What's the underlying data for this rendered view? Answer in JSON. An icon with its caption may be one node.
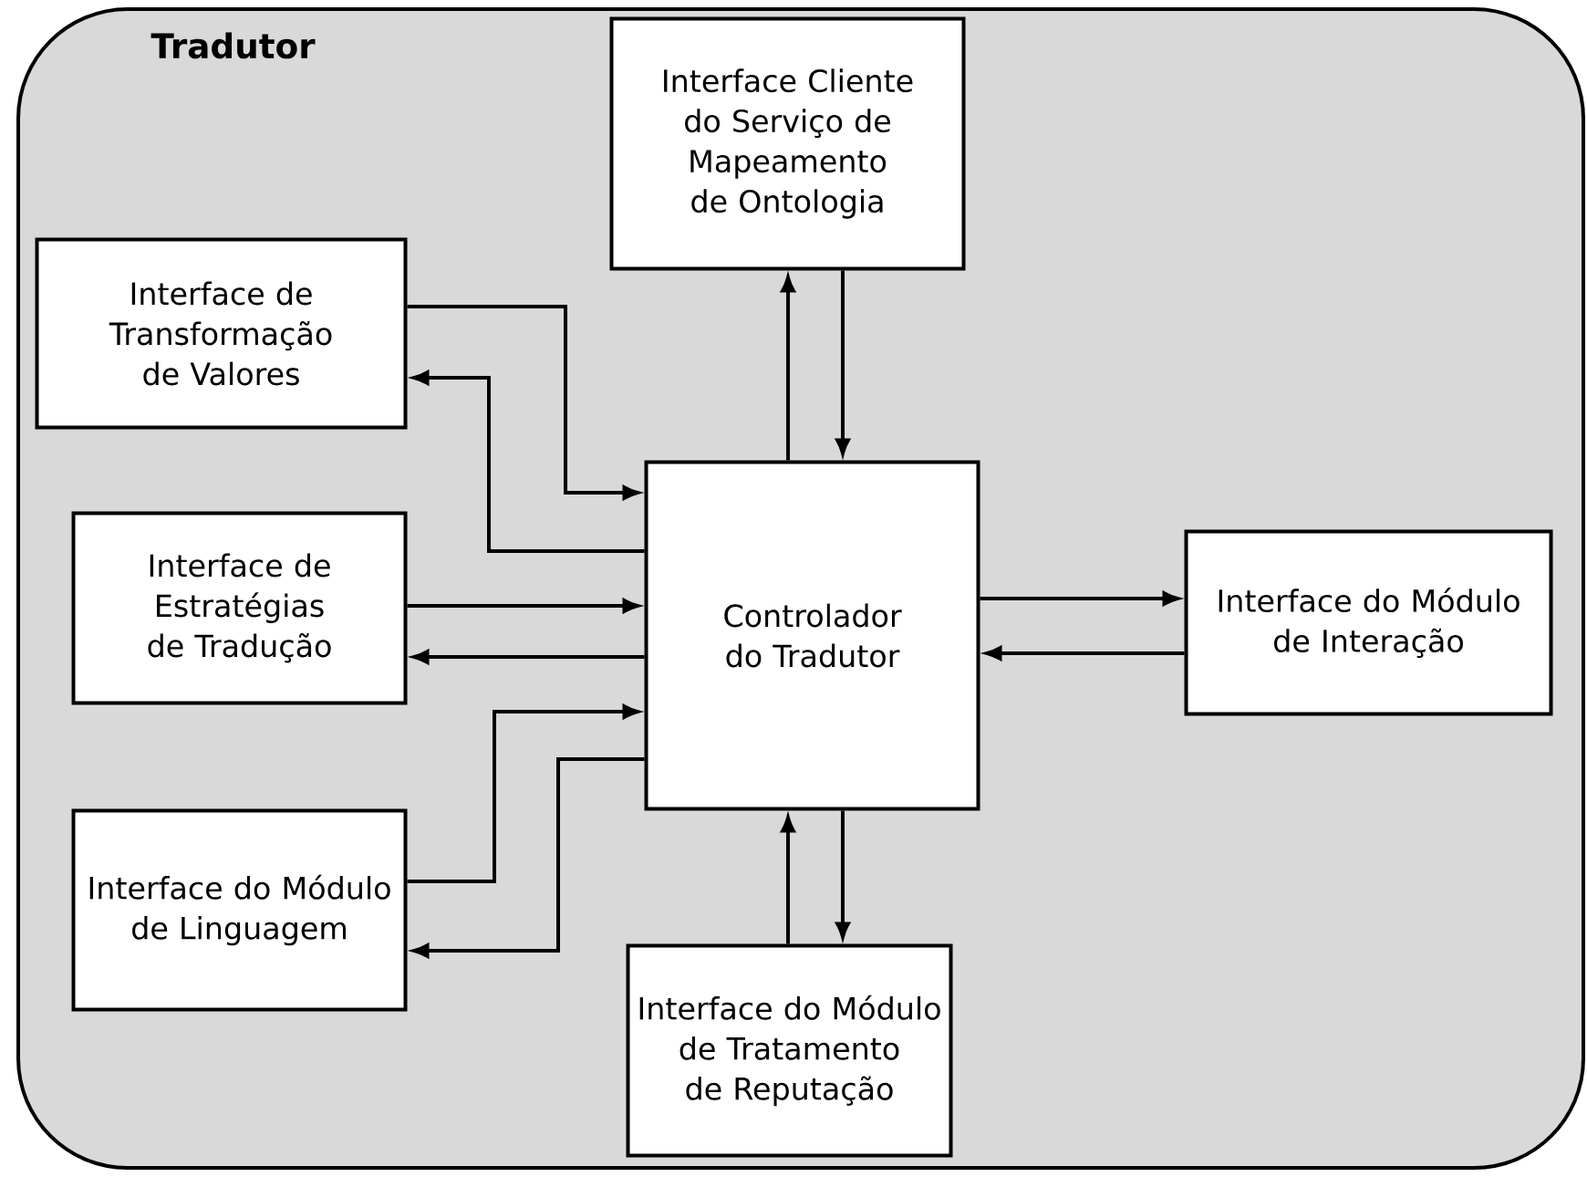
{
  "diagram": {
    "nodes": [
      {
        "text": [
          "Tradutor"
        ]
      },
      {
        "text": [
          "Interface Cliente do Serviço de Mapeamento de Ontologia"
        ],
        "in": 0
      },
      {
        "text": [
          "Interface de Transformação de Valores"
        ],
        "in": 0
      },
      {
        "text": [
          "Interface de Estratégias de Tradução"
        ],
        "in": 0
      },
      {
        "text": [
          "Controlador do Tradutor"
        ],
        "in": 0
      },
      {
        "text": [
          "Interface do Módulo de Interação"
        ],
        "in": 0
      },
      {
        "text": [
          "Interface do Módulo de Linguagem"
        ],
        "in": 0
      },
      {
        "text": [
          "Interface do Módulo de Tratamento de Reputação"
        ],
        "in": 0
      }
    ],
    "edges": [
      {
        "from": 4,
        "to": 1,
        "arrow": "to"
      },
      {
        "from": 1,
        "to": 4,
        "arrow": "to"
      },
      {
        "from": 2,
        "to": 4,
        "arrow": "to"
      },
      {
        "from": 4,
        "to": 2,
        "arrow": "to"
      },
      {
        "from": 3,
        "to": 4,
        "arrow": "to"
      },
      {
        "from": 4,
        "to": 3,
        "arrow": "to"
      },
      {
        "from": 6,
        "to": 4,
        "arrow": "to"
      },
      {
        "from": 4,
        "to": 6,
        "arrow": "to"
      },
      {
        "from": 4,
        "to": 5,
        "arrow": "to"
      },
      {
        "from": 5,
        "to": 4,
        "arrow": "to"
      },
      {
        "from": 7,
        "to": 4,
        "arrow": "to"
      },
      {
        "from": 4,
        "to": 7,
        "arrow": "to"
      }
    ]
  }
}
